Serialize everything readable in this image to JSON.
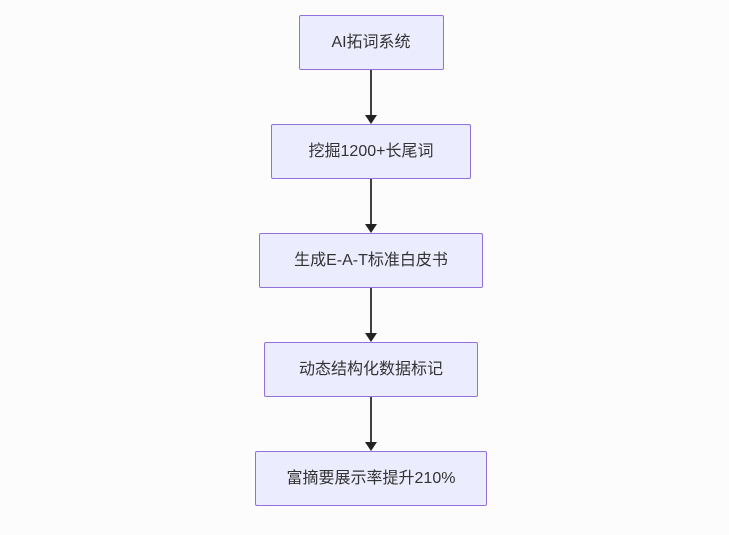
{
  "diagram": {
    "type": "flowchart-top-down",
    "nodes": [
      {
        "id": "step-1",
        "label": "AI拓词系统"
      },
      {
        "id": "step-2",
        "label": "挖掘1200+长尾词"
      },
      {
        "id": "step-3",
        "label": "生成E-A-T标准白皮书"
      },
      {
        "id": "step-4",
        "label": "动态结构化数据标记"
      },
      {
        "id": "step-5",
        "label": "富摘要展示率提升210%"
      }
    ],
    "edges": [
      {
        "from": "step-1",
        "to": "step-2"
      },
      {
        "from": "step-2",
        "to": "step-3"
      },
      {
        "from": "step-3",
        "to": "step-4"
      },
      {
        "from": "step-4",
        "to": "step-5"
      }
    ],
    "colors": {
      "node_fill": "#ECECFF",
      "node_border": "#9370DB",
      "edge_line": "#404040",
      "arrowhead": "#222222",
      "text": "#333333",
      "background": "#fcfcfc"
    }
  }
}
